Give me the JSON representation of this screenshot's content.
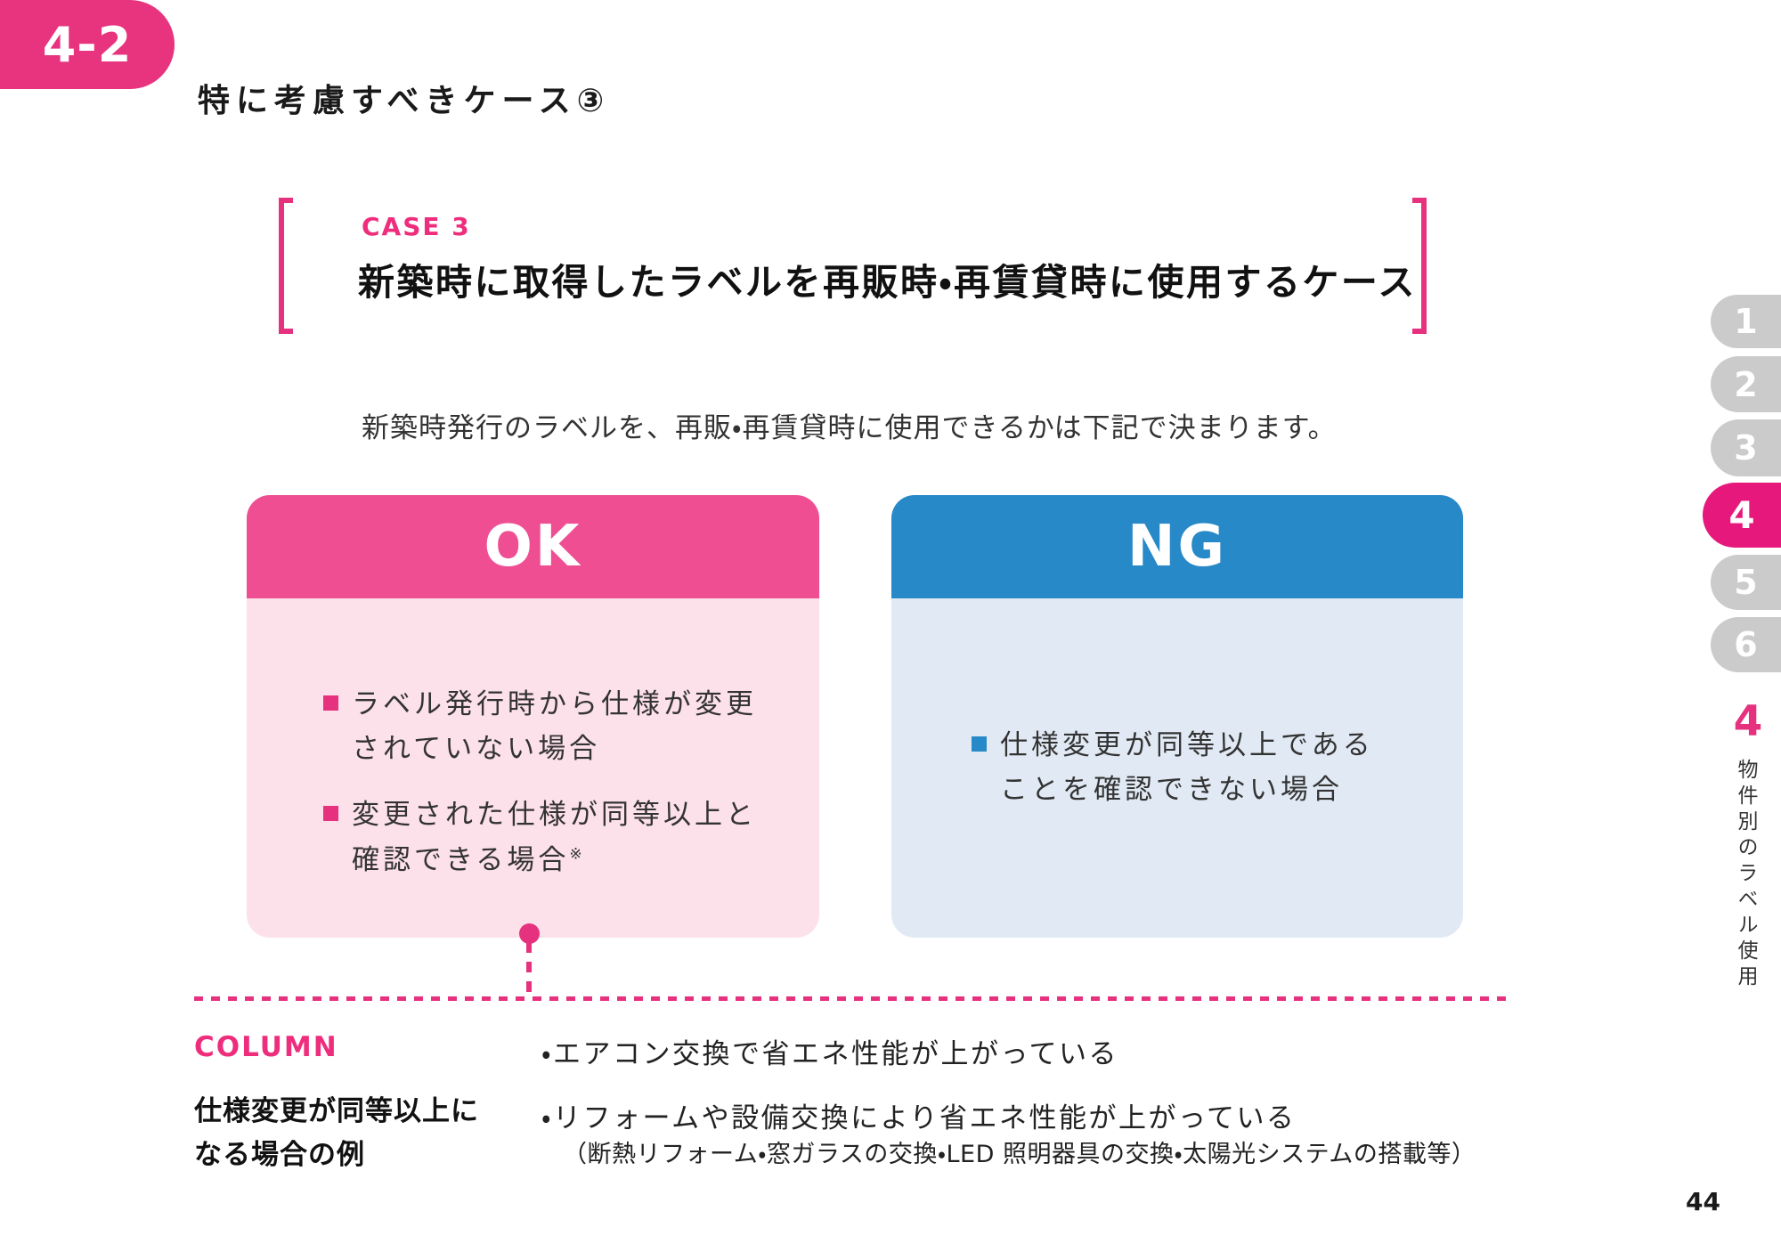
{
  "page": {
    "badge_label": "4-2",
    "title": "特に考慮すべきケース③",
    "page_number": "44"
  },
  "case_block": {
    "label": "CASE 3",
    "heading": "新築時に取得したラベルを再販時・再賃貸時に使用するケース",
    "intro": "新築時発行のラベルを、再販・再賃貸時に使用できるかは下記で決まります。"
  },
  "ok_card": {
    "title": "OK",
    "items": [
      {
        "line1": "ラベル発行時から仕様が変更",
        "line2": "されていない場合",
        "note": ""
      },
      {
        "line1": "変更された仕様が同等以上と",
        "line2": "確認できる場合",
        "note": "※"
      }
    ]
  },
  "ng_card": {
    "title": "NG",
    "items": [
      {
        "line1": "仕様変更が同等以上である",
        "line2": "ことを確認できない場合"
      }
    ]
  },
  "column": {
    "label": "COLUMN",
    "heading_line1": "仕様変更が同等以上に",
    "heading_line2": "なる場合の例",
    "items": [
      "・エアコン交換で省エネ性能が上がっている",
      "・リフォームや設備交換により省エネ性能が上がっている"
    ],
    "items_note": "（断熱リフォーム・窓ガラスの交換・LED 照明器具の交換・太陽光システムの搭載等）"
  },
  "sidebar": {
    "tabs": [
      {
        "label": "1",
        "active": false
      },
      {
        "label": "2",
        "active": false
      },
      {
        "label": "3",
        "active": false
      },
      {
        "label": "4",
        "active": true
      },
      {
        "label": "5",
        "active": false
      },
      {
        "label": "6",
        "active": false
      }
    ],
    "section_number": "4",
    "section_label": "物件別のラベル使用"
  },
  "colors": {
    "pink_primary": "#E6317F",
    "pink_badge": "#E8337F",
    "pink_card_header": "#EF4E93",
    "pink_card_body": "#FCE0EA",
    "blue_card_header": "#2789C7",
    "blue_card_body": "#E1EAF4",
    "tab_inactive_gray": "#CBCBCB",
    "tab_active_pink": "#E6187C",
    "text_dark": "#1A1A1A"
  }
}
